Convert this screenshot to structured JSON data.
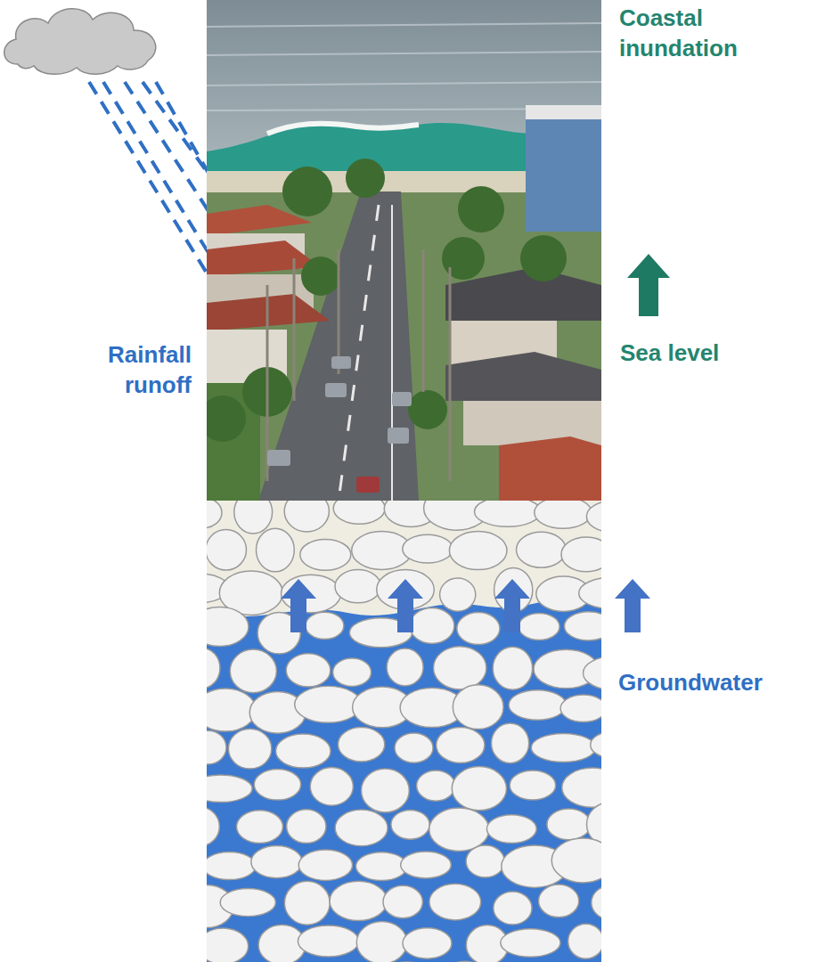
{
  "diagram": {
    "labels": [
      "Coastal inundation",
      "Sea level",
      "Rainfall runoff",
      "Groundwater"
    ]
  }
}
